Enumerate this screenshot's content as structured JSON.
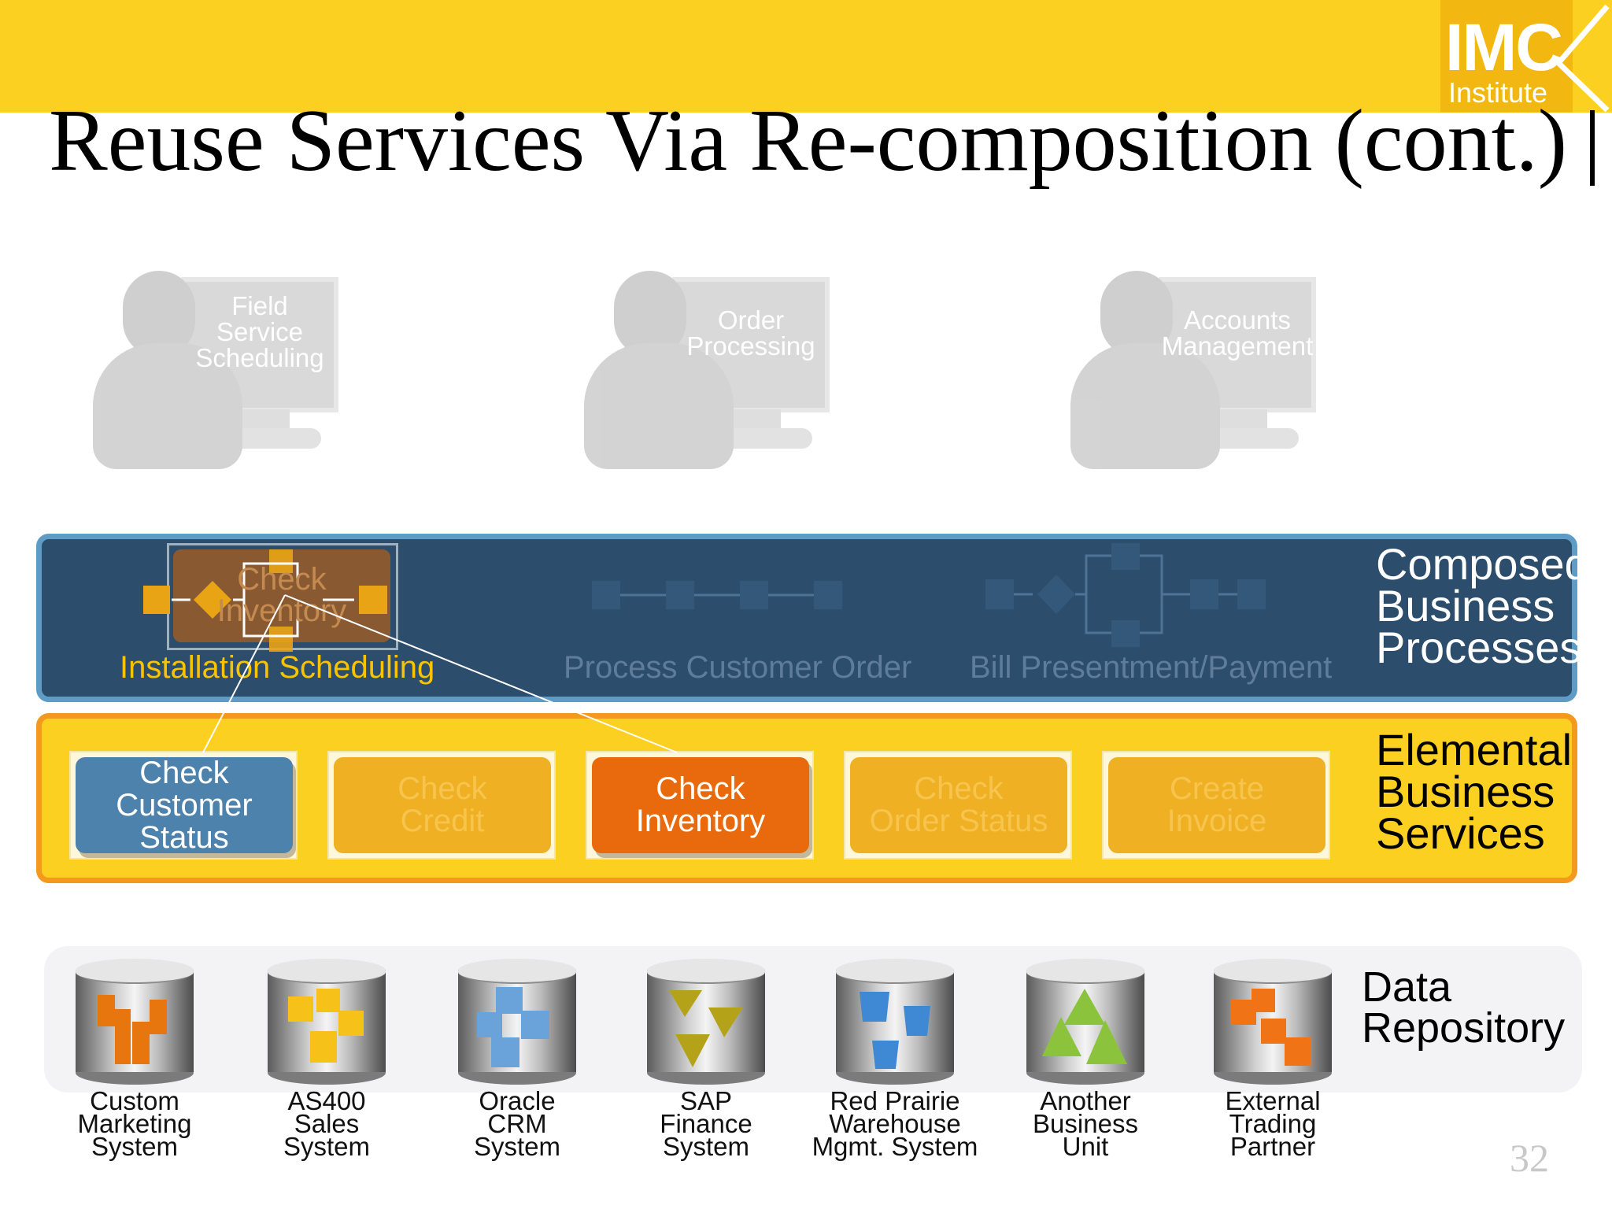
{
  "header": {
    "title": "Reuse Services Via Re-composition (cont.)",
    "logo_main": "IMC",
    "logo_sub": "Institute"
  },
  "users": [
    {
      "label_lines": [
        "Field",
        "Service",
        "Scheduling"
      ]
    },
    {
      "label_lines": [
        "Order",
        "Processing"
      ]
    },
    {
      "label_lines": [
        "Accounts",
        "Management"
      ]
    }
  ],
  "processes": {
    "layer_lines": [
      "Composed",
      "Business",
      "Processes"
    ],
    "installation": "Installation Scheduling",
    "installation_box_lines": [
      "Check",
      "Inventory"
    ],
    "order": "Process Customer Order",
    "bill": "Bill Presentment/Payment"
  },
  "services": {
    "layer_lines": [
      "Elemental",
      "Business",
      "Services"
    ],
    "items": [
      {
        "lines": [
          "Check",
          "Customer Status"
        ],
        "state": "active"
      },
      {
        "lines": [
          "Check",
          "Credit"
        ],
        "state": "faded"
      },
      {
        "lines": [
          "Check",
          "Inventory"
        ],
        "state": "highlight"
      },
      {
        "lines": [
          "Check",
          "Order Status"
        ],
        "state": "faded"
      },
      {
        "lines": [
          "Create",
          "Invoice"
        ],
        "state": "faded"
      }
    ]
  },
  "repository": {
    "layer_lines": [
      "Data",
      "Repository"
    ],
    "items": [
      {
        "lines": [
          "Custom",
          "Marketing",
          "System"
        ],
        "icon": "orange-blocks-icon",
        "color": "#e8760f"
      },
      {
        "lines": [
          "AS400",
          "Sales",
          "System"
        ],
        "icon": "yellow-cubes-icon",
        "color": "#f6c21a"
      },
      {
        "lines": [
          "Oracle",
          "CRM",
          "System"
        ],
        "icon": "blue-cubes-icon",
        "color": "#6aa3d9"
      },
      {
        "lines": [
          "SAP",
          "Finance",
          "System"
        ],
        "icon": "olive-pyramids-icon",
        "color": "#b4a318"
      },
      {
        "lines": [
          "Red Prairie",
          "Warehouse",
          "Mgmt. System"
        ],
        "icon": "blue-prisms-icon",
        "color": "#3e88d4"
      },
      {
        "lines": [
          "Another",
          "Business",
          "Unit"
        ],
        "icon": "green-pyramids-icon",
        "color": "#8cc33c"
      },
      {
        "lines": [
          "External",
          "Trading",
          "Partner"
        ],
        "icon": "orange-cubes-icon",
        "color": "#f07416"
      }
    ]
  },
  "page_number": "32"
}
